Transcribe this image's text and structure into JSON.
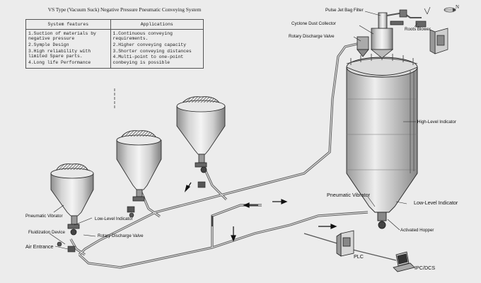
{
  "title": "VS Type (Vacuum Suck) Negative Pressure Pneumatic Conveying System",
  "features_table": {
    "headers": [
      "System features",
      "Applications"
    ],
    "features": [
      "1.Suction of materials by negative pressure",
      "2.Symple Design",
      "3.High reliability with limited Spare parts.",
      "4.Long life Performance"
    ],
    "applications": [
      "1.Continuous conveying requirements.",
      "2.Higher conveying capacity",
      "3.Shorter conveying distances",
      "4.Multi-point to one-point conbeying is possible"
    ]
  },
  "labels": {
    "pulse_jet_bag_filter": "Pulse Jet Bag Filter",
    "cyclone_dust_collector": "Cyclone Dust Collector",
    "rotary_discharge_valve_top": "Rotary Discharge Valve",
    "roots_blower": "Roots Blower",
    "high_level_indicator": "High-Level Indicator",
    "pneumatic_vibrator_right": "Pneumatic Vibrator",
    "low_level_indicator_right": "Low-Level Indicator",
    "activated_hopper": "Activated Hopper",
    "plc": "PLC",
    "ipc_dcs": "IPC/DCS",
    "pneumatic_vibrator_left": "Pneumatic Vibrator",
    "low_level_indicator_left": "Low-Level Indicator",
    "fluidization_device": "Fluidization Device",
    "air_entrance": "Air Entrance",
    "rotary_discharge_valve_bottom": "Rotary Discharge Valve",
    "north": "N"
  }
}
